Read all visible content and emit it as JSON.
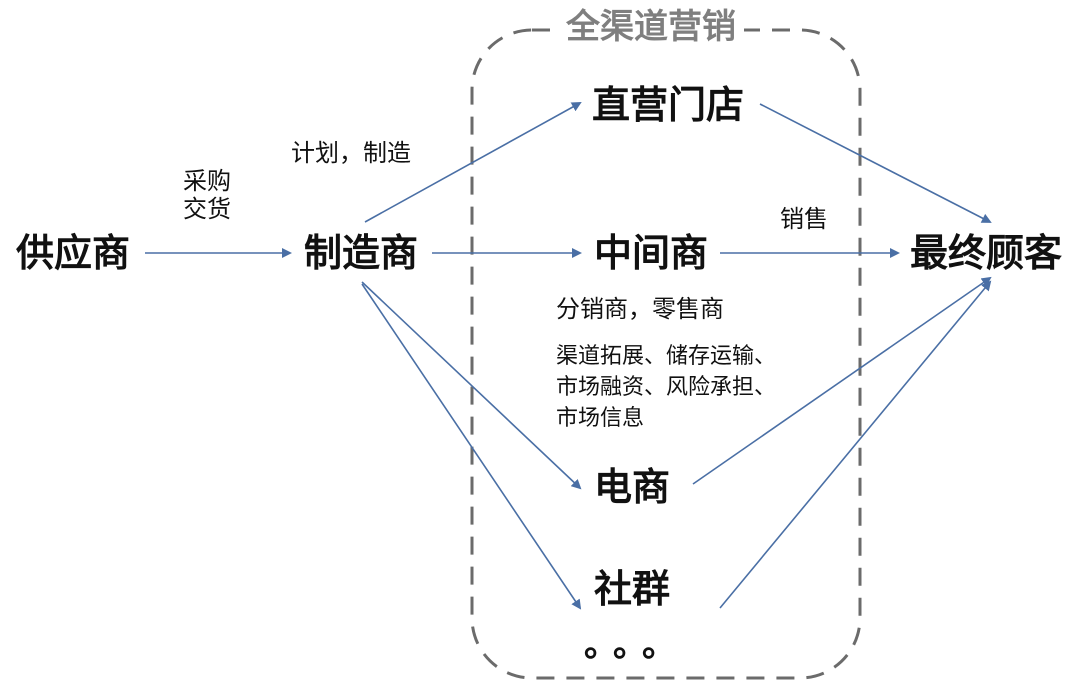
{
  "diagram": {
    "group_title": "全渠道营销",
    "nodes": {
      "supplier": "供应商",
      "manufacturer": "制造商",
      "direct_store": "直营门店",
      "middleman": "中间商",
      "ecommerce": "电商",
      "community": "社群",
      "final_customer": "最终顾客"
    },
    "edge_labels": {
      "purchase_line1": "采购",
      "purchase_line2": "交货",
      "plan_manufacture": "计划，制造",
      "sales": "销售"
    },
    "middleman_types": "分销商，零售商",
    "middleman_functions": [
      "渠道拓展、储存运输、",
      "市场融资、风险承担、",
      "市场信息"
    ],
    "ellipsis": "。。。",
    "colors": {
      "arrow": "#4a6fa5",
      "dashed_border": "#6b6b6b",
      "title": "#7f7f7f"
    }
  }
}
